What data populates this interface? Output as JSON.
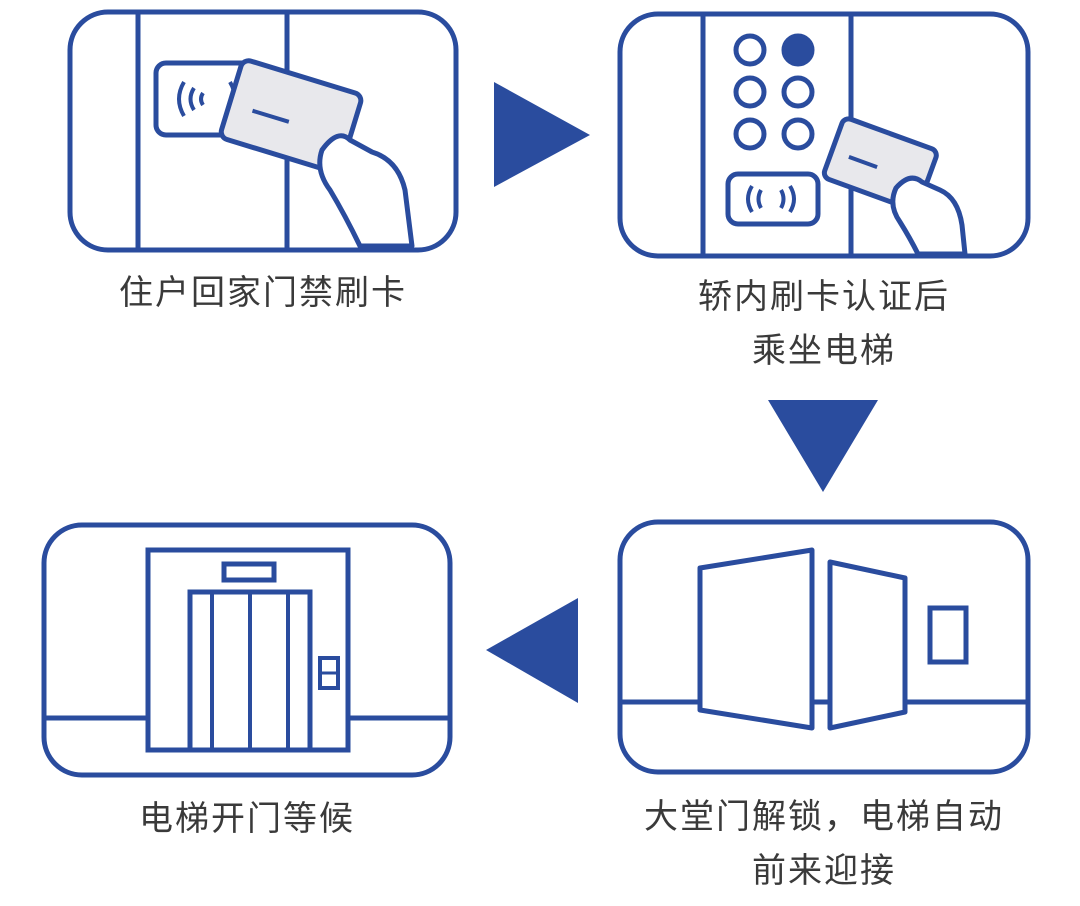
{
  "colors": {
    "accent": "#2a4c9e",
    "card_fill": "#e8e8ec",
    "text": "#3a3a3a"
  },
  "steps": [
    {
      "icon": "door-card-reader-icon",
      "caption": [
        "住户回家门禁刷卡"
      ]
    },
    {
      "icon": "elevator-panel-card-icon",
      "caption": [
        "轿内刷卡认证后",
        "乘坐电梯"
      ]
    },
    {
      "icon": "lobby-door-open-icon",
      "caption": [
        "大堂门解锁，电梯自动",
        "前来迎接"
      ]
    },
    {
      "icon": "elevator-doors-icon",
      "caption": [
        "电梯开门等候"
      ]
    }
  ],
  "arrows": [
    "right",
    "down",
    "left"
  ]
}
